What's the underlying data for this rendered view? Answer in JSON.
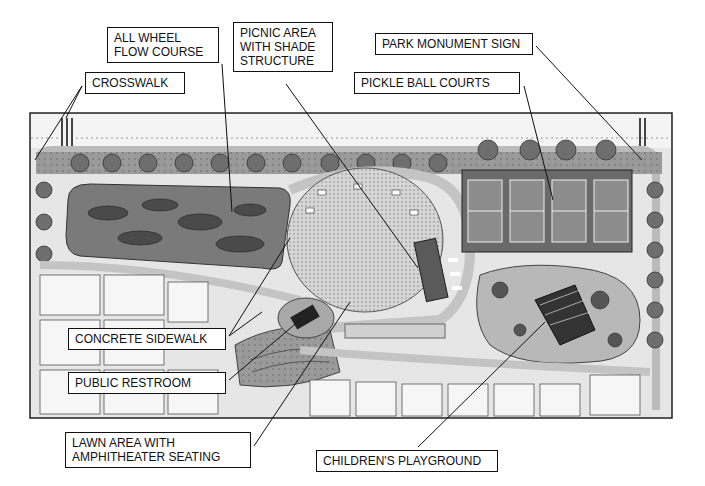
{
  "diagram": {
    "nodes": [
      {
        "text": [
          "ALL WHEEL FLOW COURSE"
        ]
      },
      {
        "text": [
          "PICNIC AREA WITH SHADE STRUCTURE"
        ]
      },
      {
        "text": [
          "PARK MONUMENT SIGN"
        ]
      },
      {
        "text": [
          "CROSSWALK"
        ]
      },
      {
        "text": [
          "PICKLE BALL COURTS"
        ]
      },
      {
        "text": [
          "CONCRETE SIDEWALK"
        ]
      },
      {
        "text": [
          "PUBLIC RESTROOM"
        ]
      },
      {
        "text": [
          "LAWN AREA WITH AMPHITHEATER SEATING"
        ]
      },
      {
        "text": [
          "CHILDREN'S PLAYGROUND"
        ]
      }
    ]
  }
}
